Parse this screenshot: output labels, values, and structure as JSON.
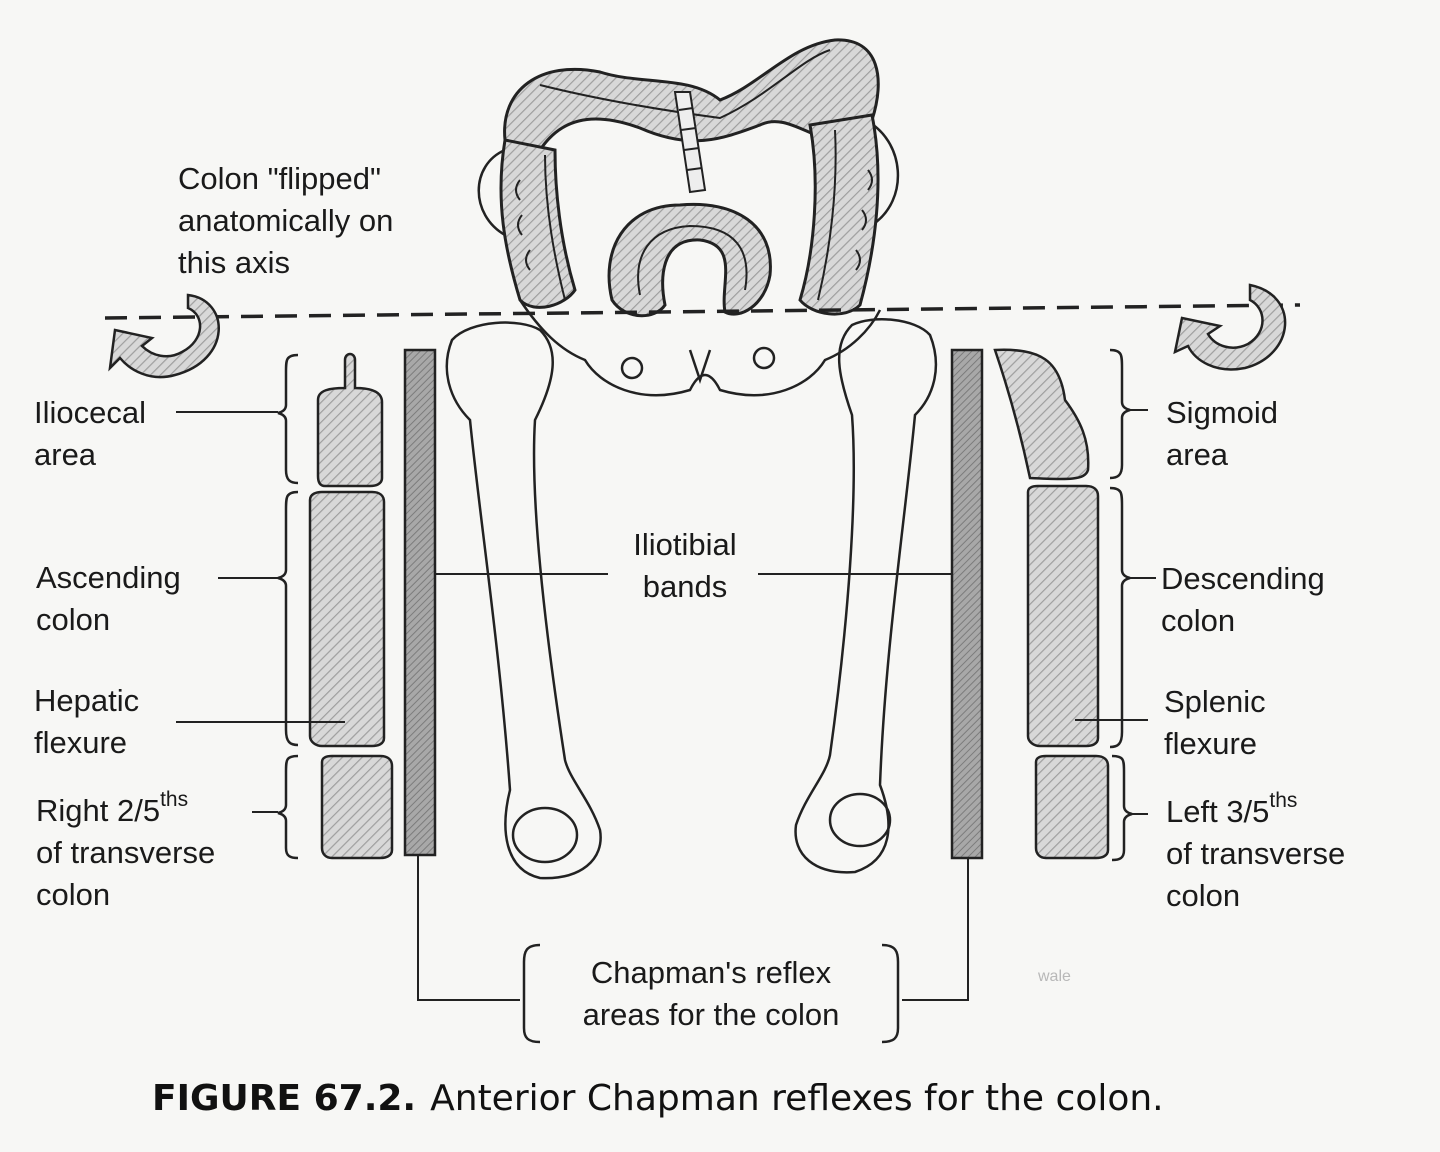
{
  "labels": {
    "flip_note": [
      "Colon \"flipped\"",
      "anatomically on",
      "this axis"
    ],
    "iliocecal": [
      "Iliocecal",
      "area"
    ],
    "ascending": [
      "Ascending",
      "colon"
    ],
    "hepatic": [
      "Hepatic",
      "flexure"
    ],
    "right_transverse": {
      "line1_pre": "Right 2/5",
      "sup": "ths",
      "line2": "of transverse",
      "line3": "colon"
    },
    "sigmoid": [
      "Sigmoid",
      "area"
    ],
    "descending": [
      "Descending",
      "colon"
    ],
    "splenic": [
      "Splenic",
      "flexure"
    ],
    "left_transverse": {
      "line1_pre": "Left 3/5",
      "sup": "ths",
      "line2": "of transverse",
      "line3": "colon"
    },
    "iliotibial": [
      "Iliotibial",
      "bands"
    ],
    "chapman": [
      "Chapman's reflex",
      "areas for the colon"
    ]
  },
  "caption": {
    "label": "FIGURE 67.2.",
    "text": "Anterior Chapman reflexes for the colon."
  },
  "watermark": "wale",
  "colors": {
    "hatch_fill": "#c9c9c9",
    "band_fill": "#9a9a9a",
    "line": "#222222"
  }
}
